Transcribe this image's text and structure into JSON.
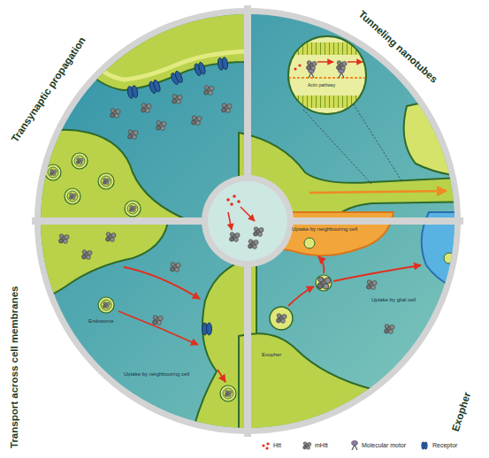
{
  "diagram": {
    "labels": [
      "Transynaptic propagation",
      "Tunneling nanotubes",
      "Transport across cell membranes",
      "Exopher",
      "Actin pathway",
      "Endosome",
      "Uptake by neighbouring cell",
      "Exopher",
      "Uptake by neighbouring cell",
      "Uptake by glial cell"
    ],
    "legend": [
      {
        "text": "Htt"
      },
      {
        "text": "mHtt"
      },
      {
        "text": "Molecular motor"
      },
      {
        "text": "Receptor"
      }
    ]
  }
}
